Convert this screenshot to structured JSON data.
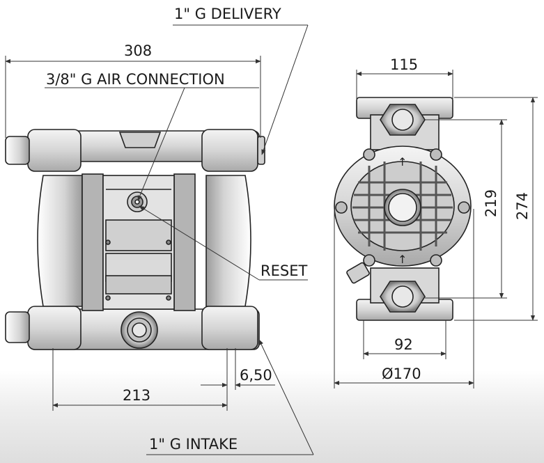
{
  "labels": {
    "delivery": "1\" G DELIVERY",
    "air_connection": "3/8\" G AIR CONNECTION",
    "reset": "RESET",
    "intake": "1\" G INTAKE"
  },
  "dimensions": {
    "overall_width": "308",
    "port_spacing": "213",
    "offset": "6,50",
    "flange_width": "115",
    "overall_height": "274",
    "port_height": "219",
    "foot_width": "92",
    "diameter": "Ø170"
  },
  "colors": {
    "body": "#d8d8d8",
    "body_dark": "#9a9a9a",
    "plate": "#b7b7b7",
    "line": "#222222"
  }
}
